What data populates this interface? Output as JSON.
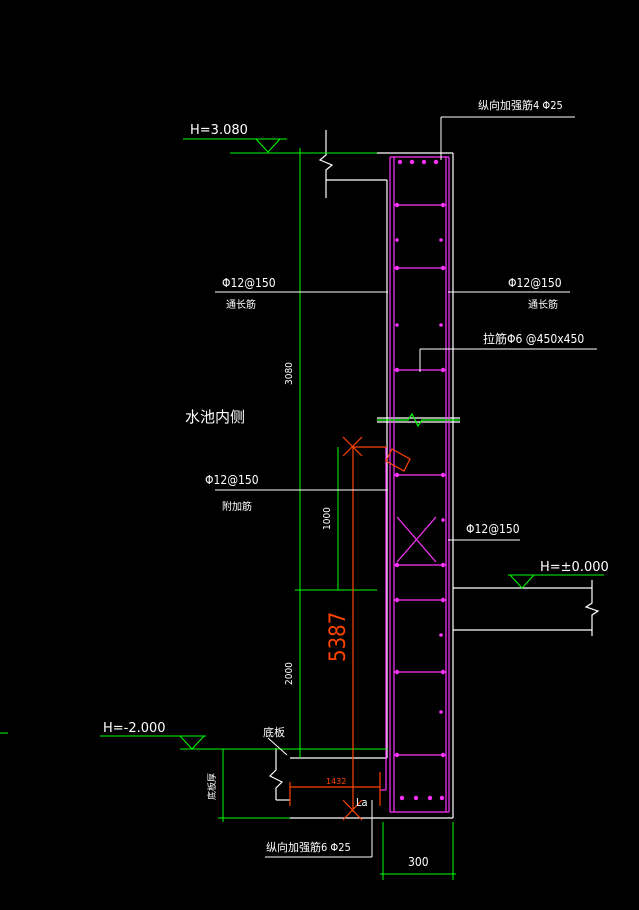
{
  "levels": {
    "top": "H=3.080",
    "zero": "H=±0.000",
    "bottom": "H=-2.000"
  },
  "labels": {
    "longitudinal_top": "纵向加强筋4 Φ25",
    "longitudinal_bottom": "纵向加强筋6 Φ25",
    "left_bar": "Φ12@150",
    "left_bar_sub": "通长筋",
    "right_bar": "Φ12@150",
    "right_bar_sub": "通长筋",
    "tie_bar": "拉筋Φ6 @450x450",
    "pool_inside": "水池内侧",
    "add_bar": "Φ12@150",
    "add_bar_sub": "附加筋",
    "cross_bar": "Φ12@150",
    "bottom_slab": "底板",
    "slab_thickness": "底板厚",
    "la": "La"
  },
  "dimensions": {
    "wall_upper": "3080",
    "add_len": "1000",
    "wall_lower": "2000",
    "total": "5387",
    "anchor": "1432",
    "width": "300"
  },
  "colors": {
    "background": "#000000",
    "wall": "#ffffff",
    "rebar": "#ff33ff",
    "dimension": "#00ff00",
    "highlight": "#ff4400",
    "text": "#ffffff"
  }
}
